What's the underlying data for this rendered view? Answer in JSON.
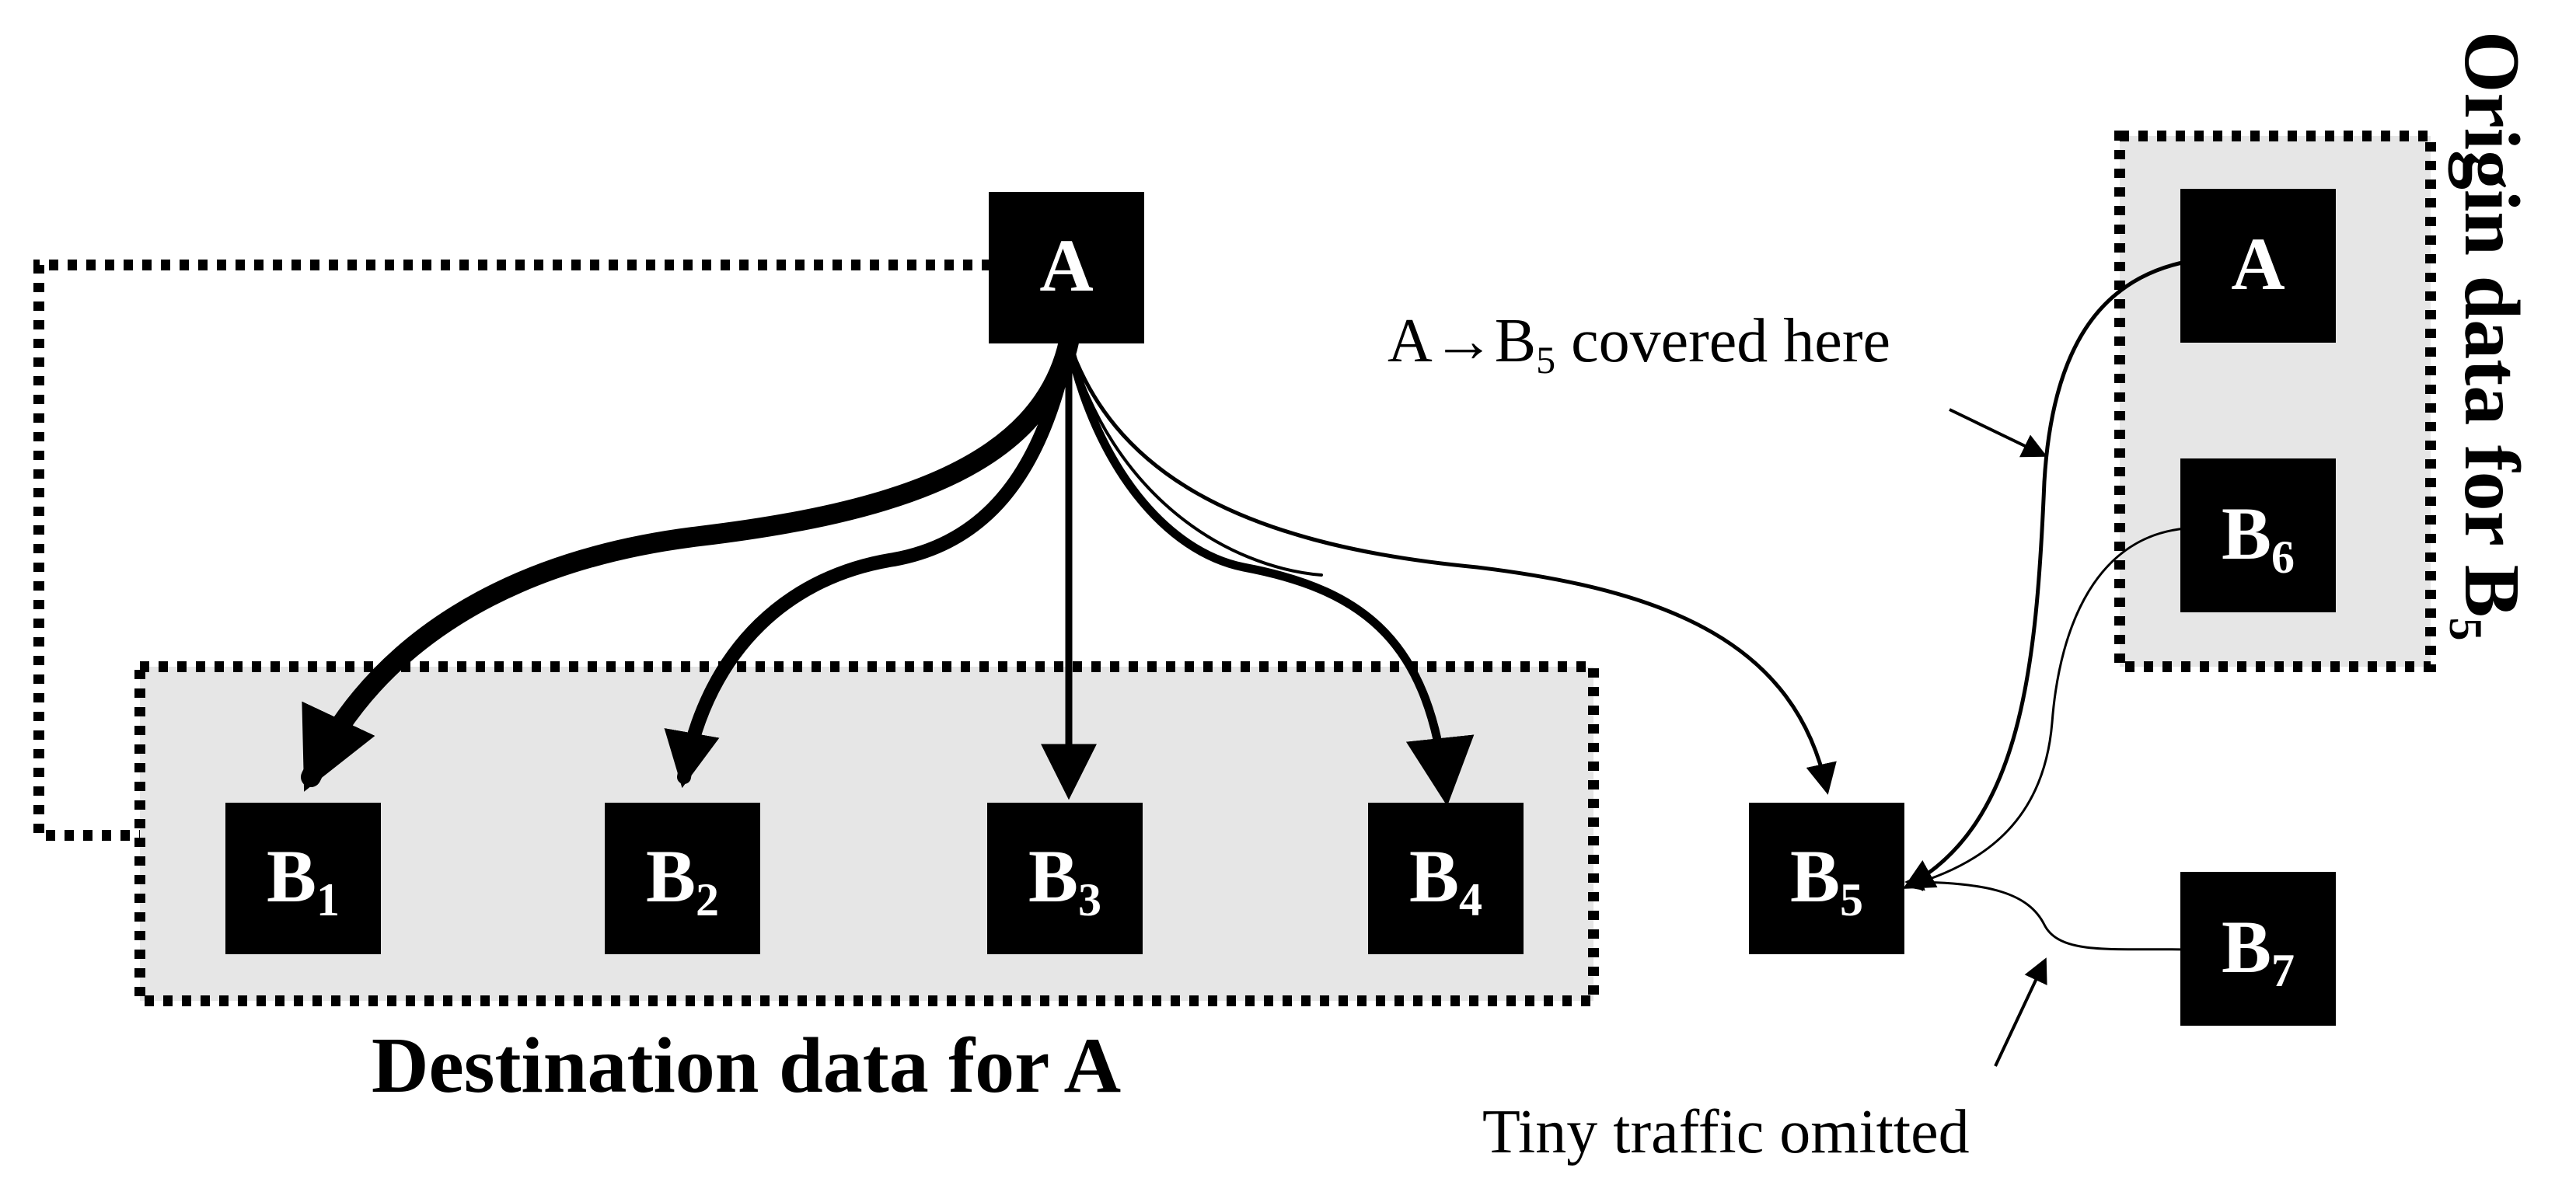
{
  "diagram": {
    "nodes": {
      "a": {
        "label": "A"
      },
      "b1": {
        "base": "B",
        "sub": "1"
      },
      "b2": {
        "base": "B",
        "sub": "2"
      },
      "b3": {
        "base": "B",
        "sub": "3"
      },
      "b4": {
        "base": "B",
        "sub": "4"
      },
      "b5": {
        "base": "B",
        "sub": "5"
      },
      "origin_a": {
        "label": "A"
      },
      "b6": {
        "base": "B",
        "sub": "6"
      },
      "b7": {
        "base": "B",
        "sub": "7"
      }
    },
    "destination_caption": "Destination data for A",
    "origin_caption": {
      "base": "Origin data for B",
      "sub": "5"
    },
    "covered_note": {
      "part1": "A→B",
      "sub": "5",
      "part2": " covered here"
    },
    "omitted_note": "Tiny traffic omitted",
    "flows": [
      {
        "from": "A",
        "to": "B1",
        "relative_width": 5
      },
      {
        "from": "A",
        "to": "B2",
        "relative_width": 4
      },
      {
        "from": "A",
        "to": "B3",
        "relative_width": 2
      },
      {
        "from": "A",
        "to": "B4",
        "relative_width": 2
      },
      {
        "from": "A",
        "to": "B5",
        "relative_width": 1
      },
      {
        "from": "A",
        "to": "B5",
        "relative_width": 1
      },
      {
        "from": "B6",
        "to": "B5",
        "relative_width": 1
      },
      {
        "from": "B7",
        "to": "B5",
        "relative_width": 1
      }
    ]
  }
}
